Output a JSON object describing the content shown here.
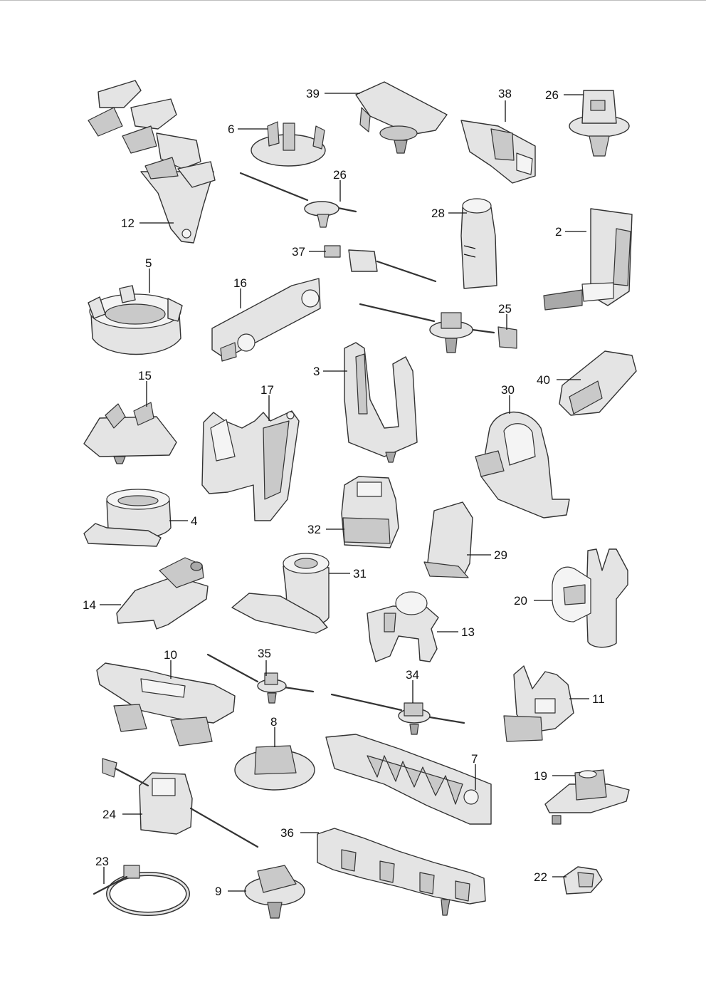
{
  "diagram": {
    "callouts": [
      {
        "id": "39",
        "label": "39"
      },
      {
        "id": "38",
        "label": "38"
      },
      {
        "id": "26a",
        "label": "26"
      },
      {
        "id": "6",
        "label": "6"
      },
      {
        "id": "26b",
        "label": "26"
      },
      {
        "id": "12",
        "label": "12"
      },
      {
        "id": "28",
        "label": "28"
      },
      {
        "id": "2",
        "label": "2"
      },
      {
        "id": "37",
        "label": "37"
      },
      {
        "id": "5",
        "label": "5"
      },
      {
        "id": "16",
        "label": "16"
      },
      {
        "id": "25",
        "label": "25"
      },
      {
        "id": "3",
        "label": "3"
      },
      {
        "id": "40",
        "label": "40"
      },
      {
        "id": "15",
        "label": "15"
      },
      {
        "id": "17",
        "label": "17"
      },
      {
        "id": "30",
        "label": "30"
      },
      {
        "id": "4",
        "label": "4"
      },
      {
        "id": "32",
        "label": "32"
      },
      {
        "id": "29",
        "label": "29"
      },
      {
        "id": "31",
        "label": "31"
      },
      {
        "id": "14",
        "label": "14"
      },
      {
        "id": "20",
        "label": "20"
      },
      {
        "id": "13",
        "label": "13"
      },
      {
        "id": "10",
        "label": "10"
      },
      {
        "id": "35",
        "label": "35"
      },
      {
        "id": "34",
        "label": "34"
      },
      {
        "id": "11",
        "label": "11"
      },
      {
        "id": "8",
        "label": "8"
      },
      {
        "id": "7",
        "label": "7"
      },
      {
        "id": "19",
        "label": "19"
      },
      {
        "id": "24",
        "label": "24"
      },
      {
        "id": "36",
        "label": "36"
      },
      {
        "id": "23",
        "label": "23"
      },
      {
        "id": "9",
        "label": "9"
      },
      {
        "id": "22",
        "label": "22"
      }
    ]
  }
}
